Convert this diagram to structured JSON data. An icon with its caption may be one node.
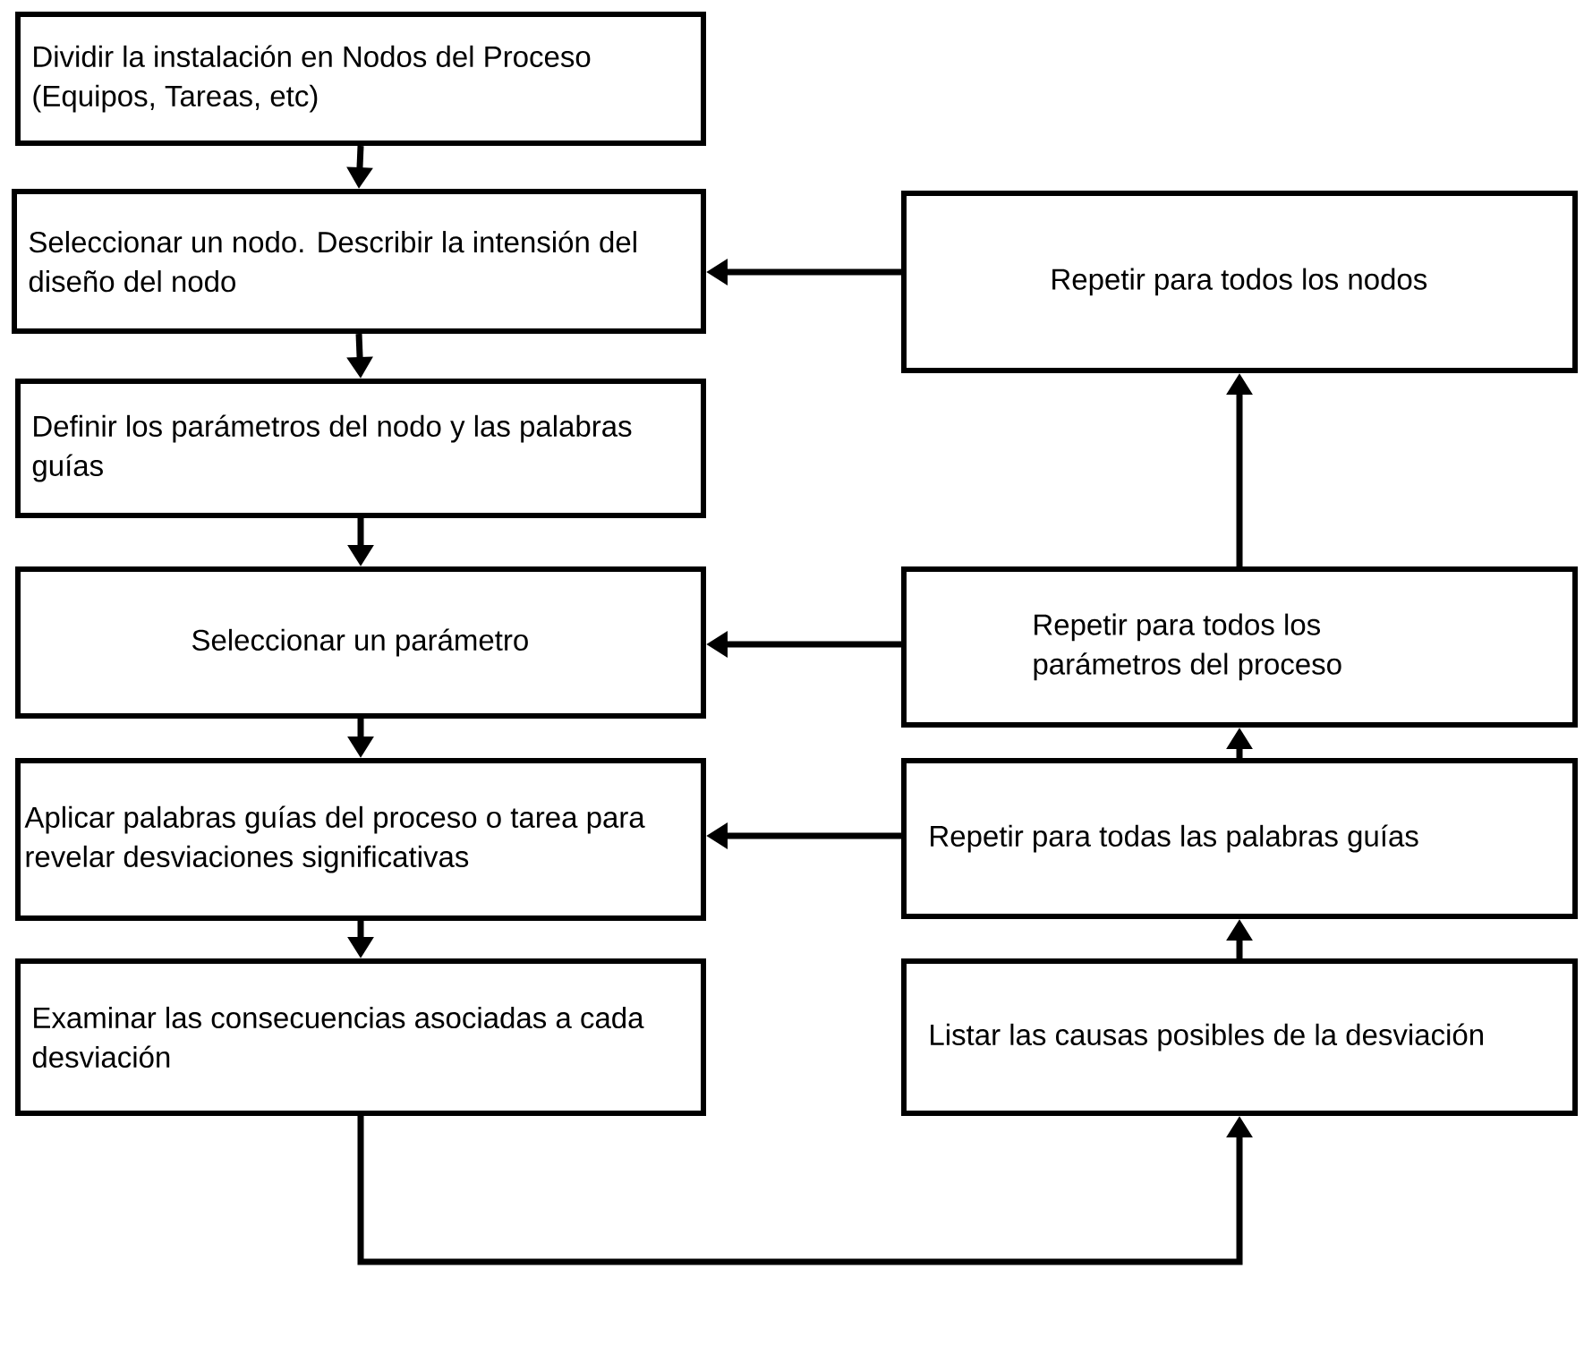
{
  "diagram": {
    "nodes": [
      {
        "text": [
          "Dividir la instalación en Nodos del Proceso (Equipos, Tareas, etc)"
        ]
      },
      {
        "text": [
          "Seleccionar un nodo. Describir la intensión del diseño del nodo"
        ]
      },
      {
        "text": [
          "Definir los parámetros del nodo y las palabras guías"
        ]
      },
      {
        "text": [
          "Seleccionar un parámetro"
        ]
      },
      {
        "text": [
          "Aplicar palabras guías del proceso o tarea para revelar desviaciones significativas"
        ]
      },
      {
        "text": [
          "Examinar las consecuencias asociadas a cada desviación"
        ]
      },
      {
        "text": [
          "Repetir para todos los nodos"
        ]
      },
      {
        "text": [
          "Repetir para todos los parámetros del proceso"
        ]
      },
      {
        "text": [
          "Repetir para todas las palabras guías"
        ]
      },
      {
        "text": [
          "Listar las causas posibles de la desviación"
        ]
      }
    ],
    "edges": [
      {
        "from": 0,
        "to": 1,
        "arrow": "to"
      },
      {
        "from": 1,
        "to": 2,
        "arrow": "to"
      },
      {
        "from": 2,
        "to": 3,
        "arrow": "to"
      },
      {
        "from": 3,
        "to": 4,
        "arrow": "to"
      },
      {
        "from": 4,
        "to": 5,
        "arrow": "to"
      },
      {
        "from": 5,
        "to": 9,
        "arrow": "to"
      },
      {
        "from": 9,
        "to": 8,
        "arrow": "to"
      },
      {
        "from": 8,
        "to": 7,
        "arrow": "to"
      },
      {
        "from": 7,
        "to": 6,
        "arrow": "to"
      },
      {
        "from": 6,
        "to": 1,
        "arrow": "to"
      },
      {
        "from": 7,
        "to": 3,
        "arrow": "to"
      },
      {
        "from": 8,
        "to": 4,
        "arrow": "to"
      }
    ]
  }
}
